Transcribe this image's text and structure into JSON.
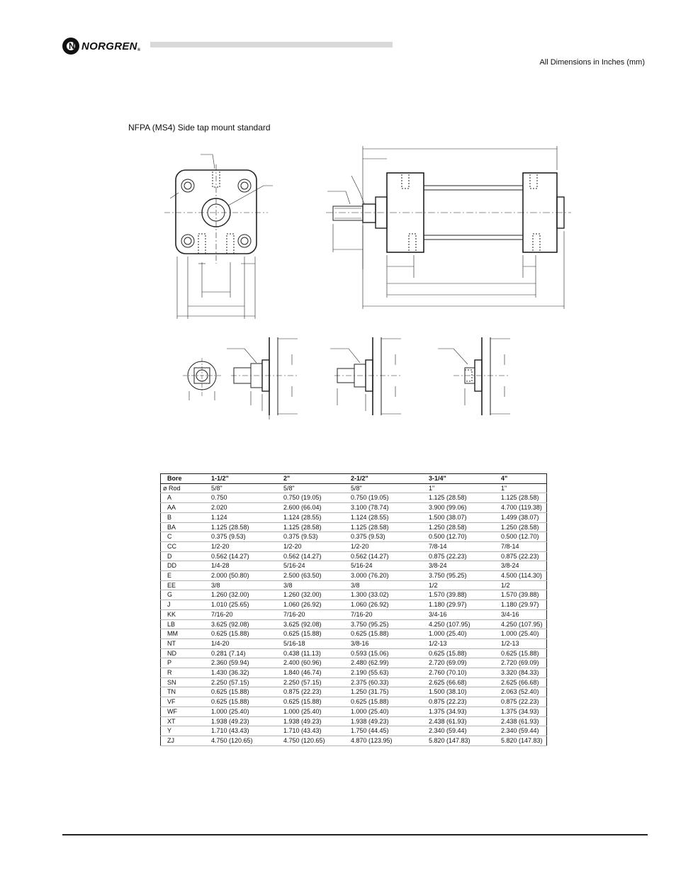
{
  "brand": {
    "name": "NORGREN",
    "mark": "N"
  },
  "header": {
    "dimension_note": "All Dimensions in Inches (mm)"
  },
  "section": {
    "title": "NFPA (MS4) Side tap mount standard"
  },
  "table": {
    "headers": [
      "Bore",
      "1-1/2\"",
      "2\"",
      "2-1/2\"",
      "3-1/4\"",
      "4\""
    ],
    "rows": [
      [
        "ø Rod",
        "5/8\"",
        "5/8\"",
        "5/8\"",
        "1\"",
        "1\""
      ],
      [
        "A",
        "0.750",
        "0.750  (19.05)",
        "0.750  (19.05)",
        "1.125  (28.58)",
        "1.125  (28.58)"
      ],
      [
        "AA",
        "2.020",
        "2.600  (66.04)",
        "3.100  (78.74)",
        "3.900  (99.06)",
        "4.700  (119.38)"
      ],
      [
        "B",
        "1.124",
        "1.124  (28.55)",
        "1.124  (28.55)",
        "1.500  (38.07)",
        "1.499  (38.07)"
      ],
      [
        "BA",
        "1.125 (28.58)",
        "1.125 (28.58)",
        "1.125 (28.58)",
        "1.250 (28.58)",
        "1.250 (28.58)"
      ],
      [
        "C",
        "0.375  (9.53)",
        "0.375  (9.53)",
        "0.375  (9.53)",
        "0.500  (12.70)",
        "0.500  (12.70)"
      ],
      [
        "CC",
        "1/2-20",
        "1/2-20",
        "1/2-20",
        "7/8-14",
        "7/8-14"
      ],
      [
        "D",
        "0.562  (14.27)",
        "0.562  (14.27)",
        "0.562  (14.27)",
        "0.875  (22.23)",
        "0.875  (22.23)"
      ],
      [
        "DD",
        "1/4-28",
        "5/16-24",
        "5/16-24",
        "3/8-24",
        "3/8-24"
      ],
      [
        "E",
        "2.000  (50.80)",
        "2.500  (63.50)",
        "3.000  (76.20)",
        "3.750  (95.25)",
        "4.500  (114.30)"
      ],
      [
        "EE",
        "3/8",
        "3/8",
        "3/8",
        "1/2",
        "1/2"
      ],
      [
        "G",
        "1.260  (32.00)",
        "1.260  (32.00)",
        "1.300  (33.02)",
        "1.570  (39.88)",
        "1.570  (39.88)"
      ],
      [
        "J",
        "1.010  (25.65)",
        "1.060  (26.92)",
        "1.060  (26.92)",
        "1.180  (29.97)",
        "1.180  (29.97)"
      ],
      [
        "KK",
        "7/16-20",
        "7/16-20",
        "7/16-20",
        "3/4-16",
        "3/4-16"
      ],
      [
        "LB",
        "3.625  (92.08)",
        "3.625  (92.08)",
        "3.750  (95.25)",
        "4.250  (107.95)",
        "4.250  (107.95)"
      ],
      [
        "MM",
        "0.625  (15.88)",
        "0.625  (15.88)",
        "0.625  (15.88)",
        "1.000  (25.40)",
        "1.000  (25.40)"
      ],
      [
        "NT",
        "1/4-20",
        "5/16-18",
        "3/8-16",
        "1/2-13",
        "1/2-13"
      ],
      [
        "ND",
        "0.281  (7.14)",
        "0.438  (11.13)",
        "0.593  (15.06)",
        "0.625  (15.88)",
        "0.625  (15.88)"
      ],
      [
        "P",
        "2.360  (59.94)",
        "2.400  (60.96)",
        "2.480  (62.99)",
        "2.720  (69.09)",
        "2.720  (69.09)"
      ],
      [
        "R",
        "1.430  (36.32)",
        "1.840  (46.74)",
        "2.190  (55.63)",
        "2.760  (70.10)",
        "3.320  (84.33)"
      ],
      [
        "SN",
        "2.250  (57.15)",
        "2.250  (57.15)",
        "2.375  (60.33)",
        "2.625  (66.68)",
        "2.625  (66.68)"
      ],
      [
        "TN",
        "0.625  (15.88)",
        "0.875  (22.23)",
        "1.250  (31.75)",
        "1.500  (38.10)",
        "2.063  (52.40)"
      ],
      [
        "VF",
        "0.625  (15.88)",
        "0.625  (15.88)",
        "0.625  (15.88)",
        "0.875  (22.23)",
        "0.875  (22.23)"
      ],
      [
        "WF",
        "1.000  (25.40)",
        "1.000  (25.40)",
        "1.000  (25.40)",
        "1.375  (34.93)",
        "1.375  (34.93)"
      ],
      [
        "XT",
        "1.938  (49.23)",
        "1.938  (49.23)",
        "1.938  (49.23)",
        "2.438  (61.93)",
        "2.438  (61.93)"
      ],
      [
        "Y",
        "1.710  (43.43)",
        "1.710  (43.43)",
        "1.750  (44.45)",
        "2.340  (59.44)",
        "2.340  (59.44)"
      ],
      [
        "ZJ",
        "4.750  (120.65)",
        "4.750  (120.65)",
        "4.870  (123.95)",
        "5.820  (147.83)",
        "5.820  (147.83)"
      ]
    ]
  }
}
